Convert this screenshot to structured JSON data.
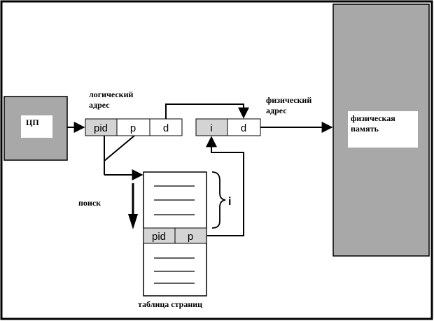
{
  "labels": {
    "cpu": "ЦП",
    "logical_address_line1": "логический",
    "logical_address_line2": "адрес",
    "physical_address_line1": "физический",
    "physical_address_line2": "адрес",
    "physical_memory_line1": "физическая",
    "physical_memory_line2": "память",
    "search": "поиск",
    "page_table": "таблица страниц",
    "index_brace": "i"
  },
  "logical_address_cells": [
    "pid",
    "p",
    "d"
  ],
  "physical_address_cells": [
    "i",
    "d"
  ],
  "table_entry_cells": [
    "pid",
    "p"
  ],
  "colors": {
    "gray_fill": "#a8a8a8",
    "cell_gray": "#d4d4d4",
    "stroke": "#000000",
    "background": "#ffffff"
  }
}
